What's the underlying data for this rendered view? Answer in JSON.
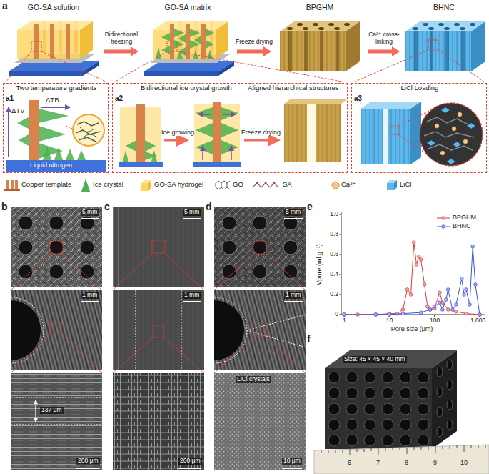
{
  "diagram": {
    "nodes": [
      {
        "text": [
          "GO-SA solution"
        ]
      },
      {
        "text": [
          "GO-SA matrix"
        ]
      },
      {
        "text": [
          "BPGHM"
        ]
      },
      {
        "text": [
          "BHNC"
        ]
      },
      {
        "text": [
          "a1",
          "Two temperature gradients"
        ]
      },
      {
        "text": [
          "a2",
          "Bidirectional ice crystal growth",
          "Aligned hierarchical structures"
        ]
      },
      {
        "text": [
          "a3",
          "LiCl Loading"
        ]
      }
    ],
    "edges": [
      {
        "from": 0,
        "to": 1,
        "arrow": "to",
        "label": "Bidirectional freezing"
      },
      {
        "from": 1,
        "to": 2,
        "arrow": "to",
        "label": "Freeze drying"
      },
      {
        "from": 2,
        "to": 3,
        "arrow": "to",
        "label": "Ca²⁺ cross-linking"
      }
    ],
    "labels": [
      "a",
      "b",
      "c",
      "d",
      "e",
      "f",
      "ΔTB",
      "ΔTV",
      "Liquid nitrogen",
      "Ice growing",
      "Freeze drying",
      "5 mm",
      "1 mm",
      "137 μm",
      "200 μm",
      "5 mm",
      "1 mm",
      "200 μm",
      "5 mm",
      "1 mm",
      "LiCl crystals",
      "10 μm",
      "1.0",
      "0.8",
      "0.6",
      "0.4",
      "0.2",
      "0",
      "1",
      "10",
      "100",
      "1,000",
      "Vpore (ml g⁻¹)",
      "Pore size (μm)",
      "Size: 45 × 45 × 40 mm",
      "6",
      "7",
      "8",
      "9",
      "10"
    ],
    "legend": [
      {
        "text": "Copper template"
      },
      {
        "text": "Ice crystal"
      },
      {
        "text": "GO-SA hydrogel"
      },
      {
        "text": "GO"
      },
      {
        "text": "SA"
      },
      {
        "text": "Ca²⁺"
      },
      {
        "text": "LiCl"
      },
      {
        "text": "BPGHM"
      },
      {
        "text": "BHNC"
      }
    ]
  }
}
